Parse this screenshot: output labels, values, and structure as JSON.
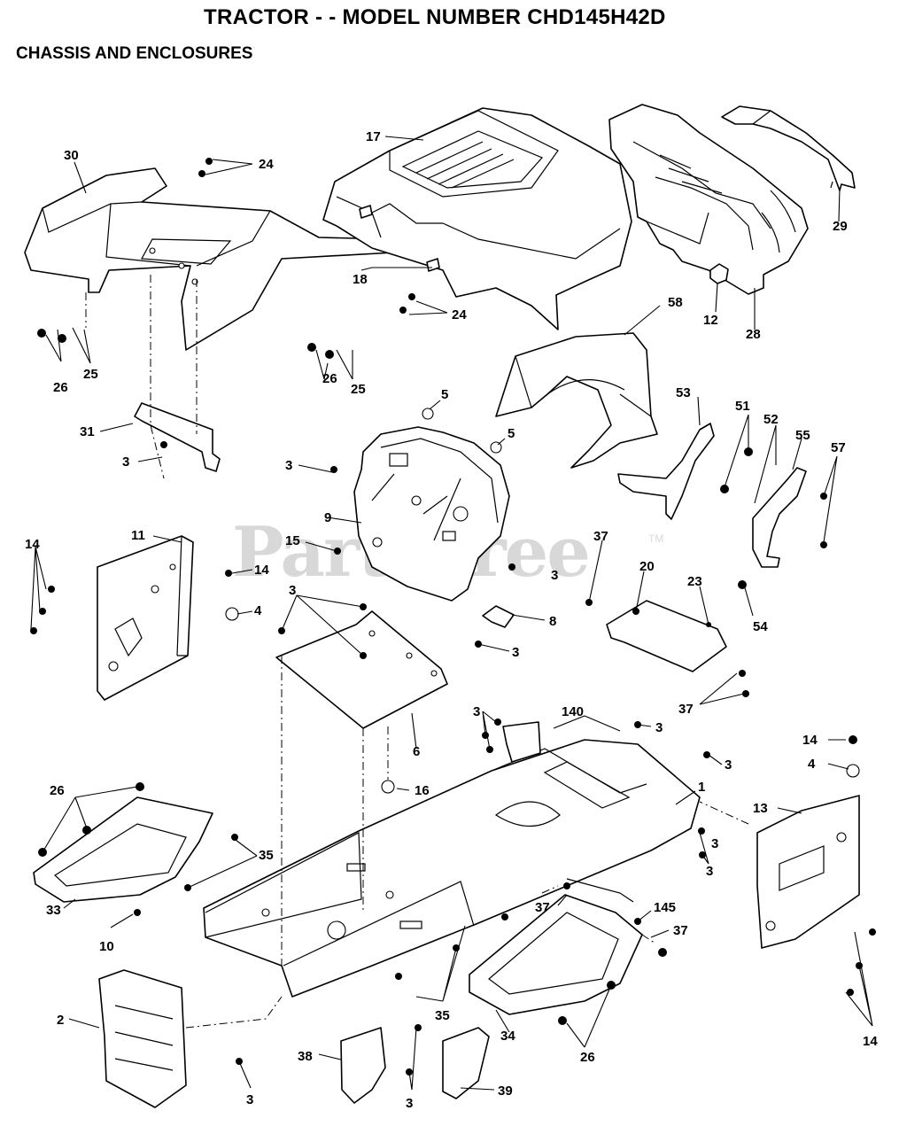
{
  "header": {
    "title": "TRACTOR - - MODEL NUMBER CHD145H42D",
    "subtitle": "CHASSIS AND ENCLOSURES"
  },
  "watermark": {
    "text": "PartsTree",
    "tm": "TM"
  },
  "callouts": [
    "30",
    "24",
    "17",
    "29",
    "24",
    "25",
    "26",
    "18",
    "12",
    "28",
    "58",
    "25",
    "26",
    "5",
    "5",
    "53",
    "51",
    "52",
    "55",
    "57",
    "31",
    "3",
    "3",
    "9",
    "54",
    "11",
    "15",
    "14",
    "14",
    "4",
    "3",
    "3",
    "37",
    "20",
    "23",
    "8",
    "3",
    "37",
    "3",
    "140",
    "3",
    "3",
    "6",
    "16",
    "1",
    "14",
    "4",
    "13",
    "26",
    "35",
    "33",
    "10",
    "37",
    "145",
    "37",
    "3",
    "3",
    "35",
    "34",
    "26",
    "14",
    "2",
    "3",
    "38",
    "3",
    "39"
  ]
}
